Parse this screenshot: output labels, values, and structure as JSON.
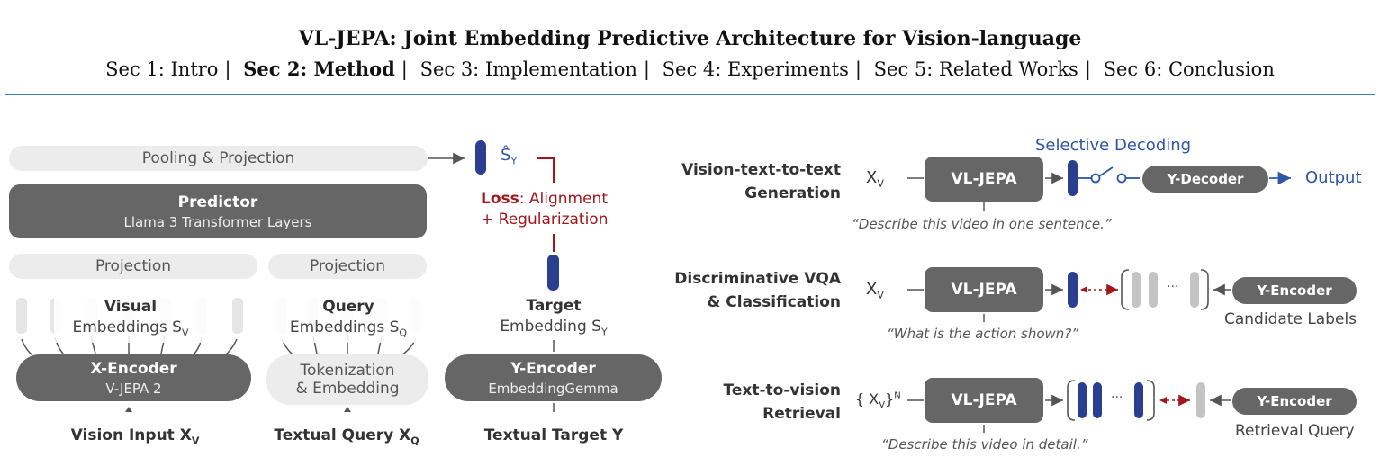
{
  "header": {
    "title": "VL-JEPA: Joint Embedding Predictive Architecture for Vision-language",
    "nav": [
      {
        "label": "Sec 1: Intro",
        "current": false
      },
      {
        "label": "Sec 2: Method",
        "current": true
      },
      {
        "label": "Sec 3: Implementation",
        "current": false
      },
      {
        "label": "Sec 4: Experiments",
        "current": false
      },
      {
        "label": "Sec 5: Related Works",
        "current": false
      },
      {
        "label": "Sec 6: Conclusion",
        "current": false
      }
    ],
    "separator": "|"
  },
  "architecture": {
    "pooling": "Pooling & Projection",
    "predictor": {
      "title": "Predictor",
      "subtitle": "Llama 3 Transformer Layers"
    },
    "projection_left": "Projection",
    "projection_right": "Projection",
    "visual_emb": {
      "line1": "Visual",
      "line2": "Embeddings S",
      "sub": "V"
    },
    "query_emb": {
      "line1": "Query",
      "line2": "Embeddings S",
      "sub": "Q"
    },
    "x_encoder": {
      "title": "X-Encoder",
      "subtitle": "V-JEPA 2"
    },
    "tokenization": {
      "line1": "Tokenization",
      "line2": "& Embedding"
    },
    "vision_input": {
      "text": "Vision Input X",
      "sub": "V"
    },
    "textual_query": {
      "text": "Textual Query X",
      "sub": "Q"
    },
    "s_hat": {
      "text": "Ŝ",
      "sub": "Y"
    },
    "loss": {
      "bold": "Loss",
      "line1": ": Alignment",
      "line2": "+ Regularization"
    },
    "target_emb": {
      "line1": "Target",
      "line2": "Embedding S",
      "sub": "Y"
    },
    "y_encoder": {
      "title": "Y-Encoder",
      "subtitle": "EmbeddingGemma"
    },
    "textual_target": "Textual Target Y"
  },
  "tasks": {
    "selective_decoding": "Selective Decoding",
    "rows": [
      {
        "label_line1": "Vision-text-to-text",
        "label_line2": "Generation",
        "input": "X",
        "input_sub": "V",
        "model": "VL-JEPA",
        "quote": "“Describe this video in one sentence.”",
        "module": "Y-Decoder",
        "output": "Output"
      },
      {
        "label_line1": "Discriminative VQA",
        "label_line2": "& Classification",
        "input": "X",
        "input_sub": "V",
        "model": "VL-JEPA",
        "quote": "“What is the action shown?”",
        "module": "Y-Encoder",
        "caption": "Candidate Labels",
        "ellipsis": "···"
      },
      {
        "label_line1": "Text-to-vision",
        "label_line2": "Retrieval",
        "input": "{ X",
        "input_sub": "V",
        "input_end": "}",
        "input_sup": "N",
        "model": "VL-JEPA",
        "quote": "“Describe this video in detail.”",
        "module": "Y-Encoder",
        "caption": "Retrieval Query",
        "ellipsis": "···"
      }
    ]
  },
  "colors": {
    "blue": "#2b3f91",
    "accent_blue": "#2e55a6",
    "red": "#a3161b",
    "dark_box": "#666666",
    "light_box": "#ececec",
    "rule": "#3d7fb3"
  }
}
